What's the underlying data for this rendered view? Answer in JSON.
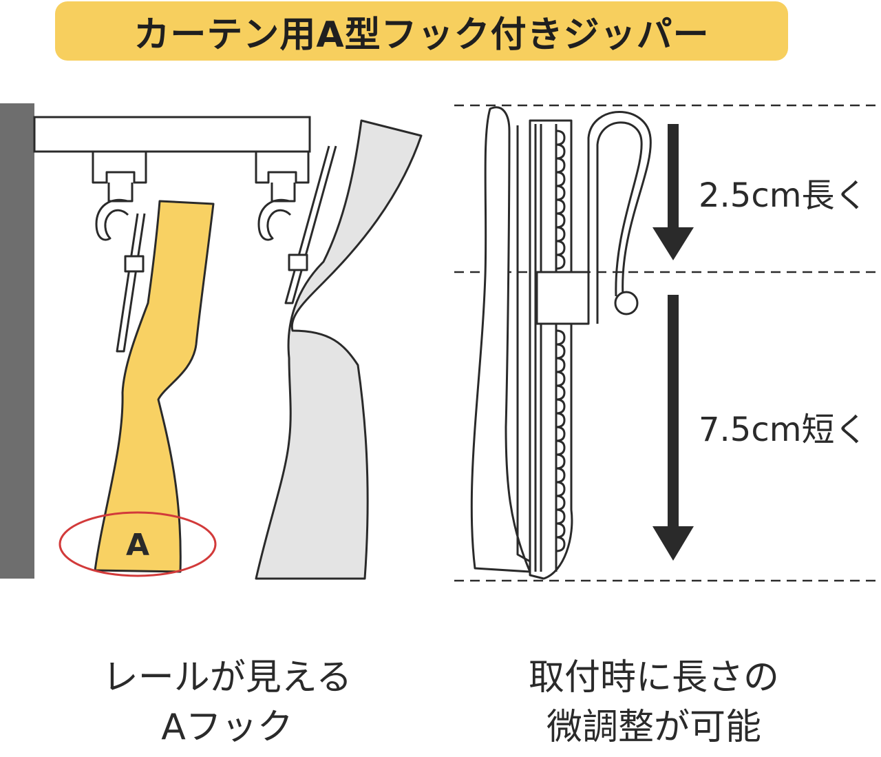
{
  "title": "カーテン用A型フック付きジッパー",
  "hook_marker": "A",
  "measure_up": "2.5cm長く",
  "measure_down": "7.5cm短く",
  "caption_left": [
    "レールが見える",
    "Aフック"
  ],
  "caption_right": [
    "取付時に長さの",
    "微調整が可能"
  ],
  "colors": {
    "banner": "#f7cf5e",
    "curtain_yellow": "#f8d163",
    "curtain_gray": "#e4e4e4",
    "wall": "#6e6e6e",
    "highlight_ring": "#d23a3a",
    "arrow": "#2a2a2a"
  }
}
